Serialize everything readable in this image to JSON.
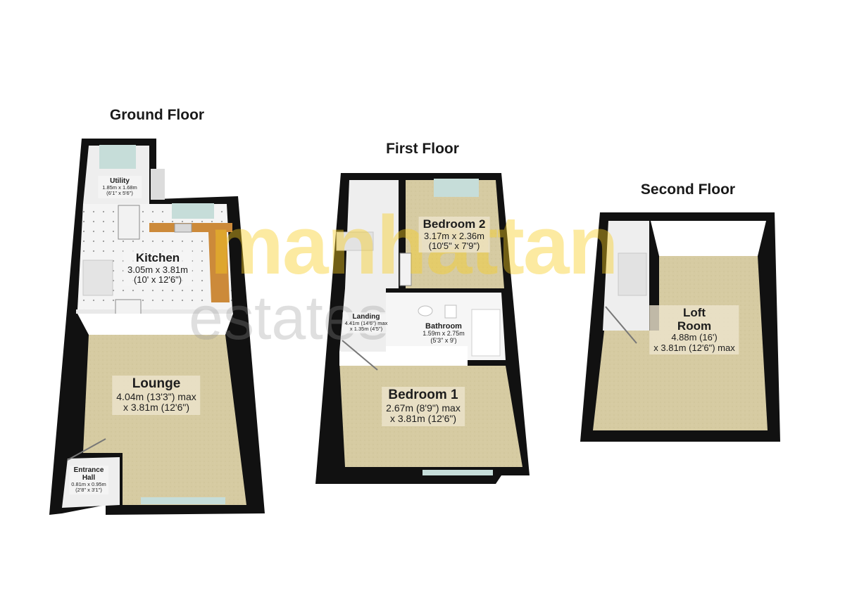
{
  "floors": [
    {
      "title": "Ground Floor"
    },
    {
      "title": "First Floor"
    },
    {
      "title": "Second Floor"
    }
  ],
  "rooms": {
    "utility": {
      "name": "Utility",
      "dims": [
        "1.85m x 1.68m",
        "(6'1\" x 5'6\")"
      ]
    },
    "kitchen": {
      "name": "Kitchen",
      "dims": [
        "3.05m x 3.81m",
        "(10' x 12'6\")"
      ]
    },
    "lounge": {
      "name": "Lounge",
      "dims": [
        "4.04m (13'3\") max",
        "x 3.81m (12'6\")"
      ]
    },
    "entrance": {
      "name": [
        "Entrance",
        "Hall"
      ],
      "dims": [
        "0.81m x 0.95m",
        "(2'8\" x 3'1\")"
      ]
    },
    "bedroom2": {
      "name": "Bedroom 2",
      "dims": [
        "3.17m x 2.36m",
        "(10'5\" x 7'9\")"
      ]
    },
    "landing": {
      "name": "Landing",
      "dims": [
        "4.41m (14'6\") max",
        "x 1.35m (4'5\")"
      ]
    },
    "bathroom": {
      "name": "Bathroom",
      "dims": [
        "1.59m x 2.75m",
        "(5'3\" x 9')"
      ]
    },
    "bedroom1": {
      "name": "Bedroom 1",
      "dims": [
        "2.67m (8'9\") max",
        "x 3.81m (12'6\")"
      ]
    },
    "loft": {
      "name": [
        "Loft",
        "Room"
      ],
      "dims": [
        "4.88m (16')",
        "x 3.81m (12'6\") max"
      ]
    }
  },
  "watermark": {
    "brand": "manhattan",
    "sub": "estates"
  },
  "colors": {
    "wall": "#111111",
    "carpet": "#d6cba2",
    "tile": "#f3f3f3",
    "worktop": "#cc8a3a",
    "window": "#b9d6d2",
    "brand": "#f8ce1e"
  }
}
